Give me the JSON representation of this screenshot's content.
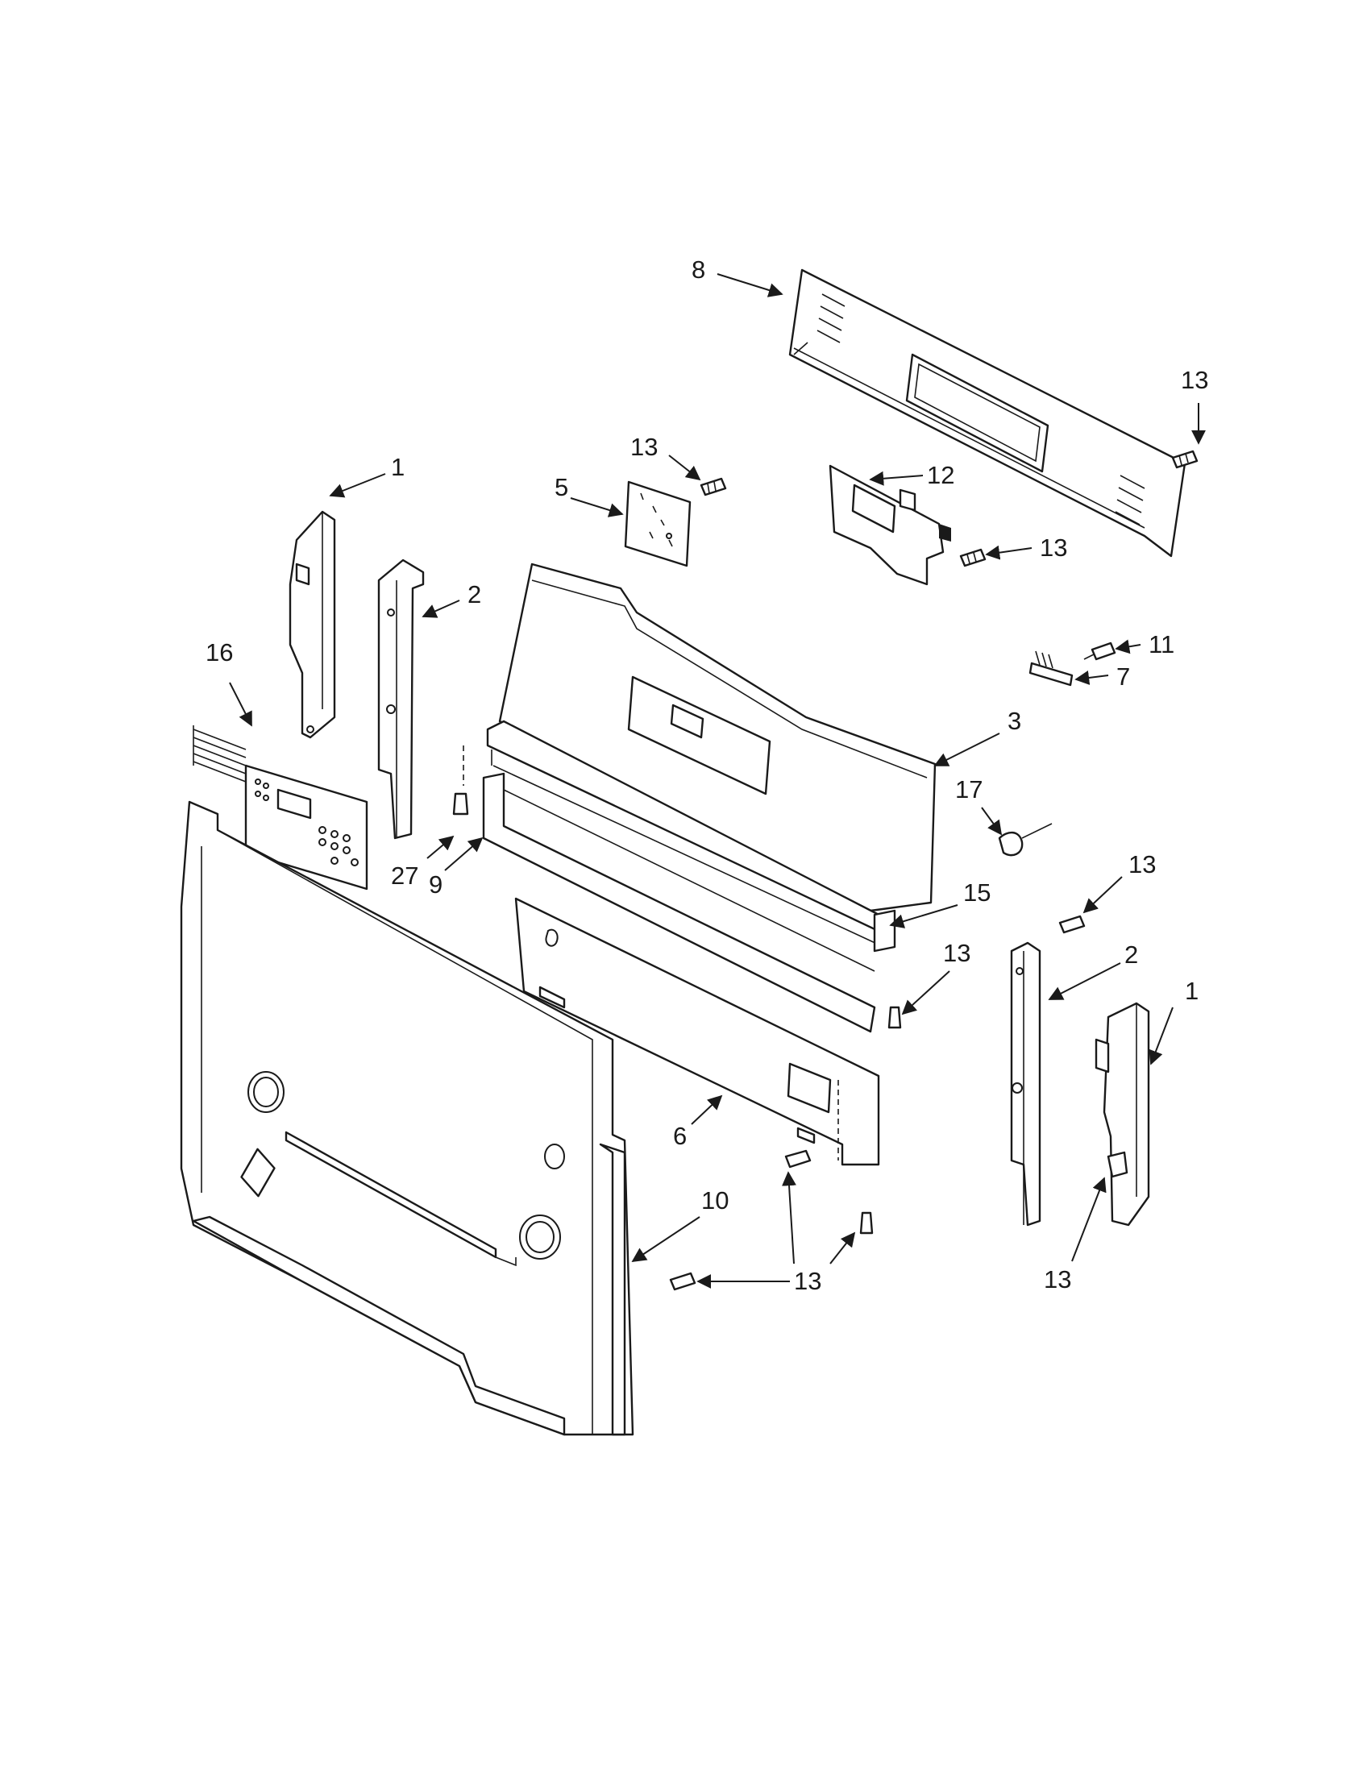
{
  "diagram": {
    "callouts": [
      {
        "id": "c8",
        "label": "8"
      },
      {
        "id": "c13a",
        "label": "13"
      },
      {
        "id": "c13b",
        "label": "13"
      },
      {
        "id": "c5",
        "label": "5"
      },
      {
        "id": "c12",
        "label": "12"
      },
      {
        "id": "c13c",
        "label": "13"
      },
      {
        "id": "c1a",
        "label": "1"
      },
      {
        "id": "c2a",
        "label": "2"
      },
      {
        "id": "c16",
        "label": "16"
      },
      {
        "id": "c11",
        "label": "11"
      },
      {
        "id": "c7",
        "label": "7"
      },
      {
        "id": "c3",
        "label": "3"
      },
      {
        "id": "c17",
        "label": "17"
      },
      {
        "id": "c27",
        "label": "27"
      },
      {
        "id": "c9",
        "label": "9"
      },
      {
        "id": "c13d",
        "label": "13"
      },
      {
        "id": "c15",
        "label": "15"
      },
      {
        "id": "c2b",
        "label": "2"
      },
      {
        "id": "c13e",
        "label": "13"
      },
      {
        "id": "c1b",
        "label": "1"
      },
      {
        "id": "c6",
        "label": "6"
      },
      {
        "id": "c10",
        "label": "10"
      },
      {
        "id": "c13f",
        "label": "13"
      },
      {
        "id": "c13g",
        "label": "13"
      }
    ]
  }
}
